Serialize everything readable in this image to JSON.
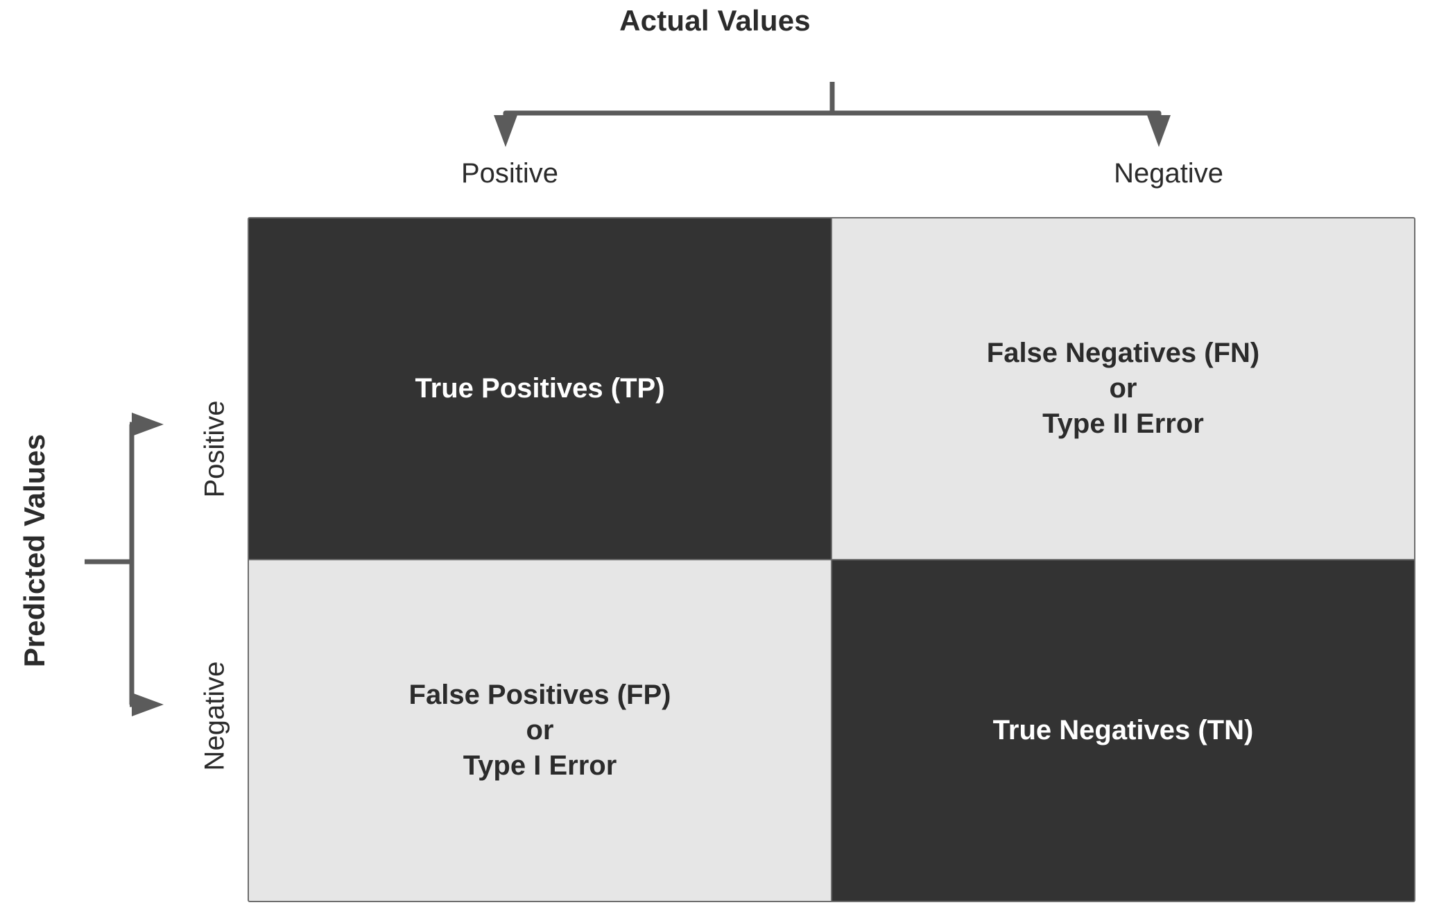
{
  "diagram": {
    "type": "confusion-matrix",
    "title_top": "Actual Values",
    "title_left": "Predicted Values"
  },
  "axes": {
    "columns": {
      "header": "Actual Values",
      "labels": [
        "Positive",
        "Negative"
      ]
    },
    "rows": {
      "header": "Predicted Values",
      "labels": [
        "Positive",
        "Negative"
      ]
    }
  },
  "cells": [
    {
      "id": "true-positives",
      "row": "Positive",
      "column": "Positive",
      "text": "True Positives (TP)",
      "style": "dark"
    },
    {
      "id": "false-negatives",
      "row": "Positive",
      "column": "Negative",
      "text": "False Negatives (FN)\nor\nType II Error",
      "style": "light"
    },
    {
      "id": "false-positives",
      "row": "Negative",
      "column": "Positive",
      "text": "False Positives (FP)\nor\nType I Error",
      "style": "light"
    },
    {
      "id": "true-negatives",
      "row": "Negative",
      "column": "Negative",
      "text": "True Negatives (TN)",
      "style": "dark"
    }
  ],
  "colors": {
    "dark_cell": "#333333",
    "light_cell": "#e6e6e6",
    "dark_text": "#2b2b2b",
    "light_text": "#ffffff",
    "bracket": "#5b5b5b",
    "border": "#6d6d6d",
    "background": "#ffffff"
  }
}
